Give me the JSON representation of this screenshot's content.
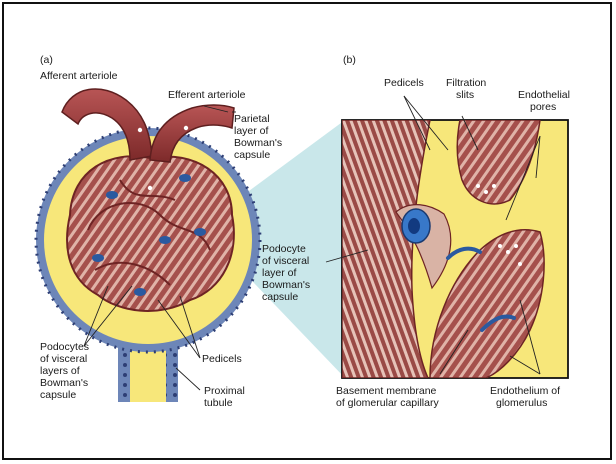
{
  "panels": {
    "a": "(a)",
    "b": "(b)"
  },
  "labels": {
    "afferent": "Afferent arteriole",
    "efferent": "Efferent arteriole",
    "parietal": [
      "Parietal",
      "layer of",
      "Bowman's",
      "capsule"
    ],
    "podocytes": [
      "Podocytes",
      "of visceral",
      "layers of",
      "Bowman's",
      "capsule"
    ],
    "pedicels_a": "Pedicels",
    "proximal": [
      "Proximal",
      "tubule"
    ],
    "pedicels_b": "Pedicels",
    "filtration": [
      "Filtration",
      "slits"
    ],
    "endo_pores": [
      "Endothelial",
      "pores"
    ],
    "podocyte_b": [
      "Podocyte",
      "of visceral",
      "layer of",
      "Bowman's",
      "capsule"
    ],
    "basement": [
      "Basement membrane",
      "of glomerular capillary"
    ],
    "endothelium": [
      "Endothelium of",
      "glomerulus"
    ]
  },
  "colors": {
    "capsule_yellow": "#f7e77a",
    "vessel_red": "#9b3a3a",
    "tissue_pink": "#c98a86",
    "podocyte_blue": "#2a5aa0",
    "tubule_blue": "#6d86b8",
    "highlight_cyan": "#bfe3e6"
  }
}
